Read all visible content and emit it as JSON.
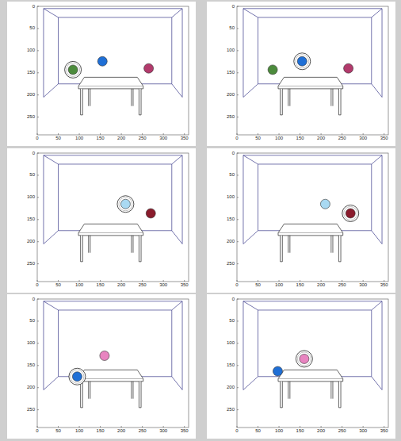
{
  "diagram": {
    "labels": [
      "0",
      "50",
      "100",
      "150",
      "200",
      "250",
      "0",
      "50",
      "100",
      "150",
      "200",
      "250",
      "300",
      "350",
      "0",
      "50",
      "100",
      "150",
      "200",
      "250",
      "0",
      "50",
      "100",
      "150",
      "200",
      "250",
      "300",
      "350",
      "0",
      "50",
      "100",
      "150",
      "200",
      "250",
      "0",
      "50",
      "100",
      "150",
      "200",
      "250",
      "300",
      "350",
      "0",
      "50",
      "100",
      "150",
      "200",
      "250",
      "0",
      "50",
      "100",
      "150",
      "200",
      "250",
      "300",
      "350",
      "0",
      "50",
      "100",
      "150",
      "200",
      "250",
      "0",
      "50",
      "100",
      "150",
      "200",
      "250",
      "300",
      "350",
      "0",
      "50",
      "100",
      "150",
      "200",
      "250",
      "0",
      "50",
      "100",
      "150",
      "200",
      "250",
      "300",
      "350"
    ]
  }
}
